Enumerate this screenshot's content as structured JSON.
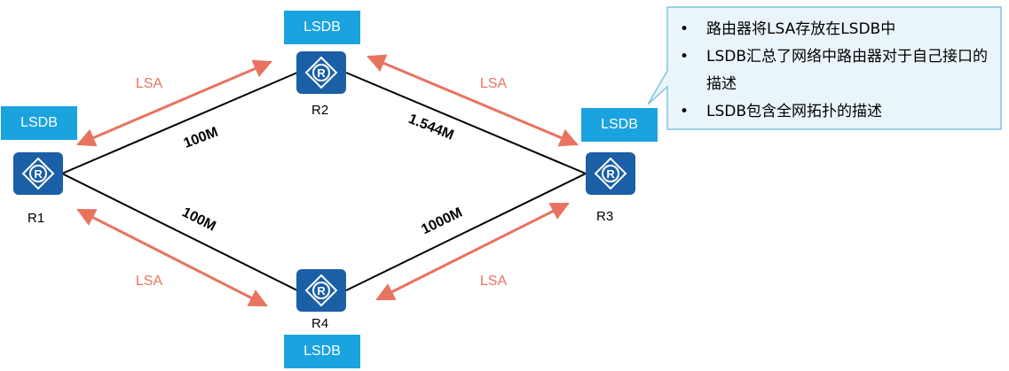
{
  "routers": [
    {
      "id": "R1",
      "label": "R1"
    },
    {
      "id": "R2",
      "label": "R2"
    },
    {
      "id": "R3",
      "label": "R3"
    },
    {
      "id": "R4",
      "label": "R4"
    }
  ],
  "lsdb_label": "LSDB",
  "links": {
    "r1_r2": "100M",
    "r2_r3": "1.544M",
    "r1_r4": "100M",
    "r4_r3": "1000M"
  },
  "lsa_label": "LSA",
  "callout": {
    "items": [
      "路由器将LSA存放在LSDB中",
      "LSDB汇总了网络中路由器对于自己接口的描述",
      "LSDB包含全网拓扑的描述"
    ]
  },
  "colors": {
    "router": "#1B5FA6",
    "lsdb": "#1AA3DF",
    "lsa_arrow": "#E8735F",
    "callout_fill": "#EAF5FB",
    "callout_border": "#7FC4E4"
  }
}
